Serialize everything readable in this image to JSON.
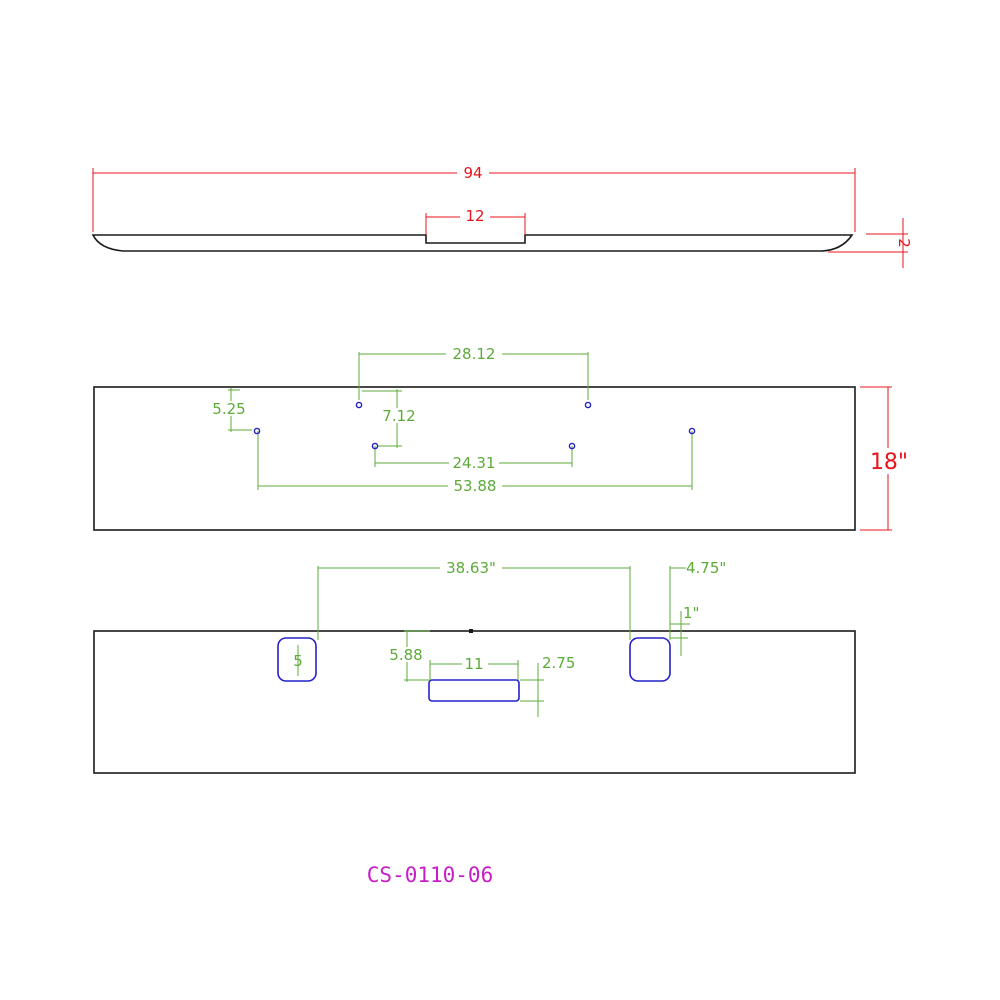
{
  "colors": {
    "outline": "#1a1a1a",
    "overall_dim": "#e8141c",
    "detail_dim": "#5cab3a",
    "cutout": "#2323c8",
    "part_number": "#c81ec8"
  },
  "side_view": {
    "overall_length": "94",
    "notch_width": "12",
    "height": "2"
  },
  "mounting_view": {
    "upper_hole_spacing": "28.12",
    "outer_offset": "5.25",
    "upper_to_lower": "7.12",
    "inner_hole_spacing": "24.31",
    "outer_hole_spacing": "53.88",
    "width": "18\""
  },
  "face_view": {
    "light_spacing": "38.63\"",
    "light_size": "4.75\"",
    "light_offset": "1\"",
    "light_height": "5",
    "plate_depth": "5.88",
    "plate_width": "11",
    "plate_height": "2.75"
  },
  "part_number": "CS-0110-06"
}
